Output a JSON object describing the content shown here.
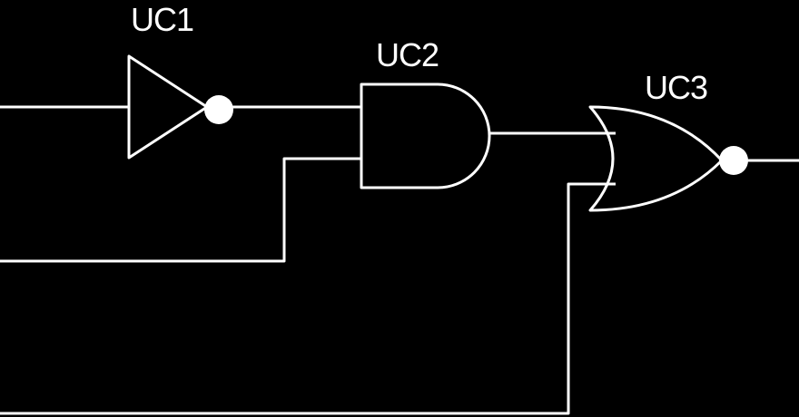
{
  "colors": {
    "background": "#000000",
    "foreground": "#ffffff"
  },
  "gates": [
    {
      "id": "UC1",
      "label": "UC1",
      "type": "NOT"
    },
    {
      "id": "UC2",
      "label": "UC2",
      "type": "AND"
    },
    {
      "id": "UC3",
      "label": "UC3",
      "type": "NOR"
    }
  ]
}
